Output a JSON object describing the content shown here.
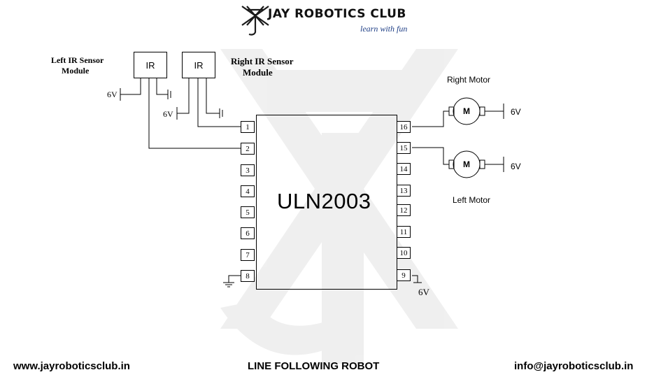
{
  "brand": {
    "name": "JAY ROBOTICS CLUB",
    "tagline": "learn with fun",
    "logo_letters": "JA"
  },
  "sensors": {
    "left": {
      "box_label": "IR",
      "caption_line1": "Left IR Sensor",
      "caption_line2": "Module",
      "supply": "6V"
    },
    "right": {
      "box_label": "IR",
      "caption_line1": "Right IR Sensor",
      "caption_line2": "Module",
      "supply": "6V"
    }
  },
  "chip": {
    "name": "ULN2003",
    "left_pins": [
      "1",
      "2",
      "3",
      "4",
      "5",
      "6",
      "7",
      "8"
    ],
    "right_pins": [
      "16",
      "15",
      "14",
      "13",
      "12",
      "11",
      "10",
      "9"
    ],
    "pin9_supply": "6V"
  },
  "motors": {
    "right": {
      "caption": "Right Motor",
      "symbol": "M",
      "supply": "6V"
    },
    "left": {
      "caption": "Left Motor",
      "symbol": "M",
      "supply": "6V"
    }
  },
  "footer": {
    "website": "www.jayroboticsclub.in",
    "title": "LINE FOLLOWING ROBOT",
    "email": "info@jayroboticsclub.in"
  }
}
